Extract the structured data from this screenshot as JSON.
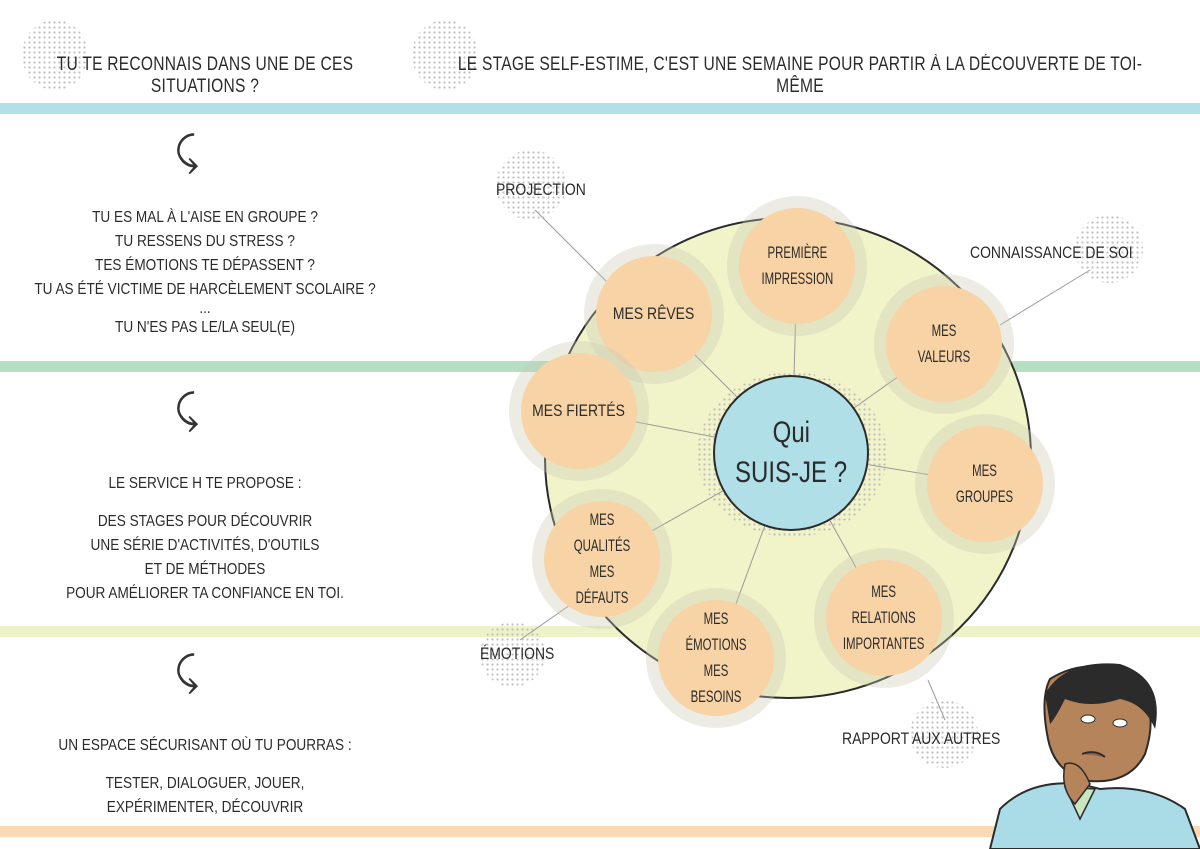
{
  "header": {
    "left_title": "Tu te reconnais dans une de ces situations ?",
    "right_title": "Le stage self-estime, c'est une semaine pour partir à la découverte de toi-même"
  },
  "left_column": {
    "questions": [
      "Tu es mal à l'aise en groupe ?",
      "Tu ressens du stress ?",
      "Tes émotions te dépassent ?",
      "Tu as été victime de harcèlement scolaire ?",
      "...",
      "Tu n'es pas le/la seul(e)"
    ],
    "proposal_title": "Le service H te propose :",
    "proposal_lines": [
      "Des stages pour découvrir",
      "une série d'activités, d'outils",
      "et de méthodes",
      "pour améliorer ta confiance en toi."
    ],
    "space_title": "Un espace sécurisant où tu pourras :",
    "space_lines": [
      "tester, dialoguer, jouer,",
      "expérimenter, découvrir"
    ]
  },
  "diagram": {
    "center": [
      "Qui",
      "suis-je ?"
    ],
    "nodes": {
      "premiere": [
        "Première",
        "impression"
      ],
      "reves": [
        "Mes rêves"
      ],
      "valeurs": [
        "Mes",
        "valeurs"
      ],
      "fiertes": [
        "Mes fiertés"
      ],
      "groupes": [
        "Mes",
        "groupes"
      ],
      "qualites": [
        "Mes qualités",
        "mes défauts"
      ],
      "emotions": [
        "Mes émotions",
        "mes besoins"
      ],
      "relations": [
        "Mes",
        "relations",
        "importantes"
      ]
    },
    "outer_labels": {
      "projection": "Projection",
      "connaissance": "Connaissance de soi",
      "emotions": "Émotions",
      "rapport": "Rapport aux autres"
    }
  },
  "colors": {
    "blue_band": "#b3e0e8",
    "green_band": "#b6dfc2",
    "yellow_band": "#eef2c9",
    "orange_band": "#fad9b5",
    "node": "#f7d3a6",
    "center": "#b0dfe8",
    "big_circle": "#f1f3c9"
  }
}
